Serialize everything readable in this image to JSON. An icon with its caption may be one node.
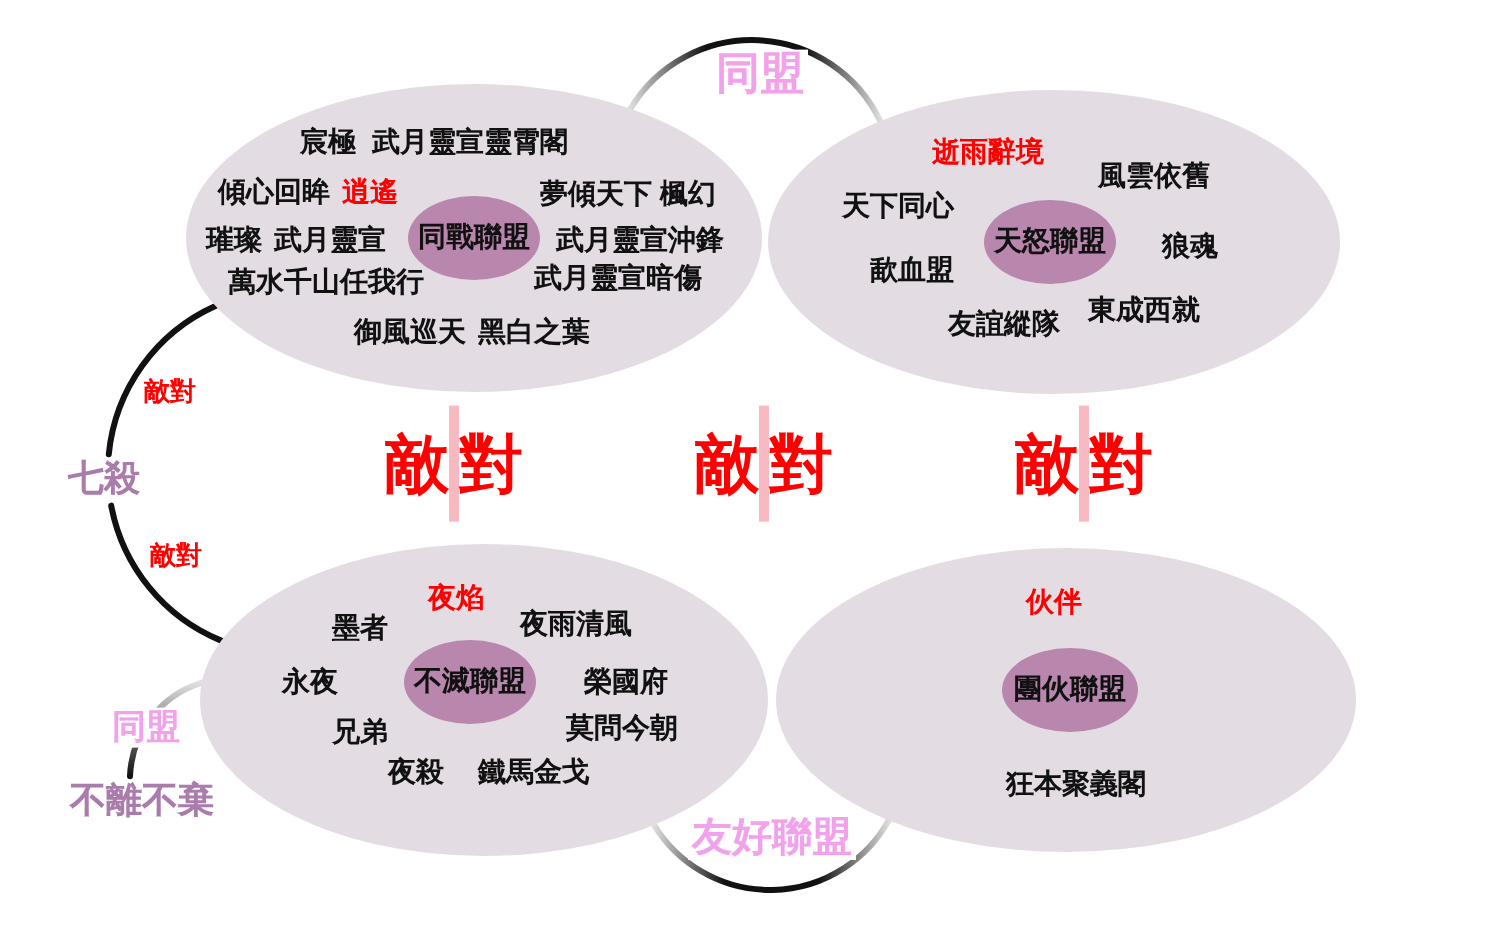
{
  "diagram": {
    "nodes": [
      {
        "text": [
          "宸極",
          "武月靈宣靈霄閣",
          "傾心回眸",
          "逍遙",
          "夢傾天下",
          "楓幻",
          "璀璨",
          "武月靈宣",
          "武月靈宣沖鋒",
          "萬水千山任我行",
          "武月靈宣暗傷",
          "御風巡天",
          "黑白之葉"
        ]
      },
      {
        "text": [
          "同戰聯盟"
        ],
        "in": 0
      },
      {
        "text": [
          "逝雨辭境",
          "風雲依舊",
          "天下同心",
          "狼魂",
          "歃血盟",
          "東成西就",
          "友誼縱隊"
        ]
      },
      {
        "text": [
          "天怒聯盟"
        ],
        "in": 2
      },
      {
        "text": [
          "七殺"
        ]
      },
      {
        "text": [
          "夜焰",
          "墨者",
          "夜雨清風",
          "永夜",
          "榮國府",
          "兄弟",
          "莫問今朝",
          "夜殺",
          "鐵馬金戈"
        ]
      },
      {
        "text": [
          "不滅聯盟"
        ],
        "in": 5
      },
      {
        "text": [
          "伙伴",
          "狂本聚義閣"
        ]
      },
      {
        "text": [
          "團伙聯盟"
        ],
        "in": 7
      },
      {
        "text": [
          "不離不棄"
        ]
      }
    ],
    "edges": [
      {
        "from": 0,
        "to": 2,
        "arrow": "none",
        "label": "同盟"
      },
      {
        "from": 0,
        "to": 4,
        "arrow": "none",
        "label": "敵對"
      },
      {
        "from": 4,
        "to": 5,
        "arrow": "none",
        "label": "敵對"
      },
      {
        "from": 5,
        "to": 9,
        "arrow": "none",
        "label": "同盟"
      },
      {
        "from": 5,
        "to": 7,
        "arrow": "none",
        "label": "友好聯盟"
      }
    ],
    "labels": [
      "敵對",
      "敵對",
      "敵對"
    ]
  }
}
